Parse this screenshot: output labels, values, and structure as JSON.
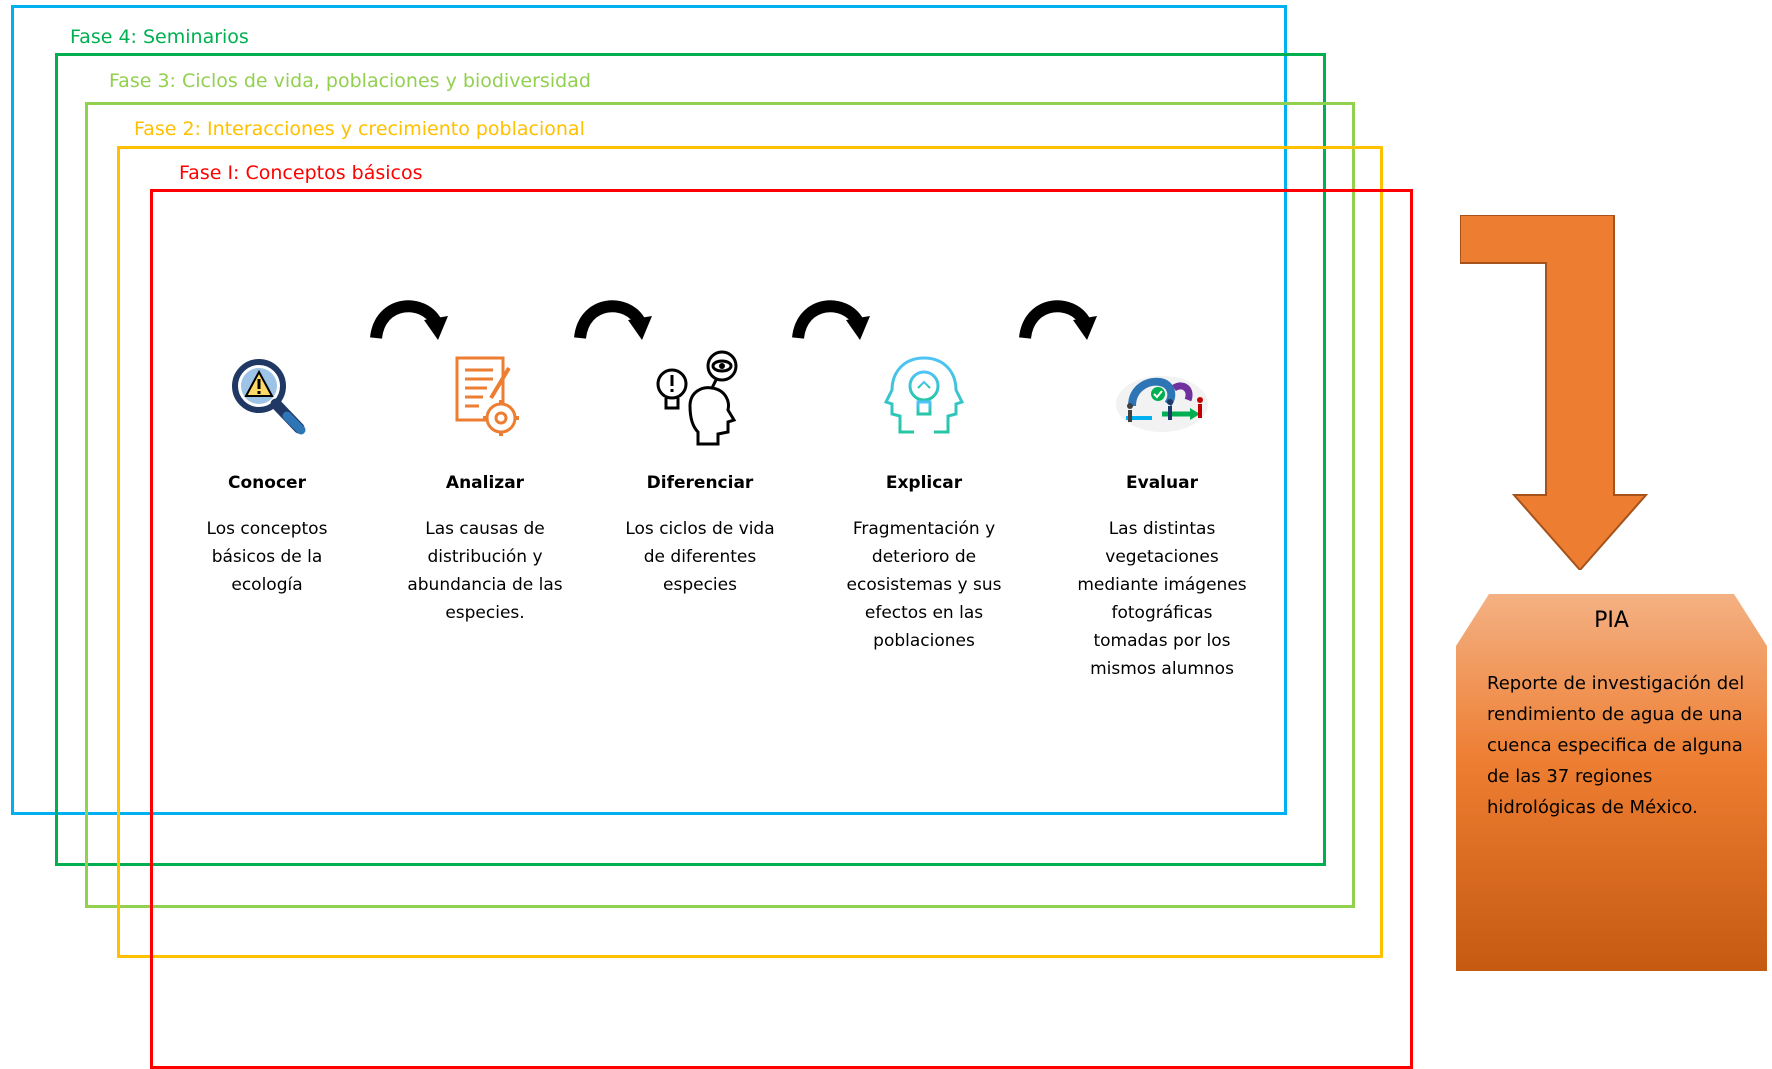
{
  "phases": [
    {
      "label": "Fase I: Conceptos básicos",
      "color": "#ff0000"
    },
    {
      "label": "Fase 2: Interacciones y crecimiento poblacional",
      "color": "#ffc000"
    },
    {
      "label": "Fase 3: Ciclos de vida, poblaciones y biodiversidad",
      "color": "#92d050"
    },
    {
      "label": "Fase 4: Seminarios",
      "color": "#00b050"
    },
    {
      "color": "#00b0f0"
    }
  ],
  "stages": [
    {
      "title": "Conocer",
      "desc": "Los conceptos básicos de la ecología",
      "icon": "magnifier-warning-icon"
    },
    {
      "title": "Analizar",
      "desc": "Las causas de distribución y abundancia de las especies.",
      "icon": "document-gear-icon"
    },
    {
      "title": "Diferenciar",
      "desc": "Los ciclos de vida de diferentes especies",
      "icon": "head-eye-icon"
    },
    {
      "title": "Explicar",
      "desc": "Fragmentación y deterioro de ecosistemas y sus efectos en las poblaciones",
      "icon": "heads-lightbulb-icon"
    },
    {
      "title": "Evaluar",
      "desc": "Las distintas vegetaciones mediante imágenes fotográficas tomadas por los mismos alumnos",
      "icon": "team-evaluation-icon"
    }
  ],
  "pia": {
    "title": "PIA",
    "text": "Reporte de investigación del rendimiento de agua de una cuenca especifica de alguna de las 37 regiones hidrológicas de México.",
    "color_top": "#f4b183",
    "color_bottom": "#c55a11",
    "arrow_color": "#ed7d31"
  }
}
